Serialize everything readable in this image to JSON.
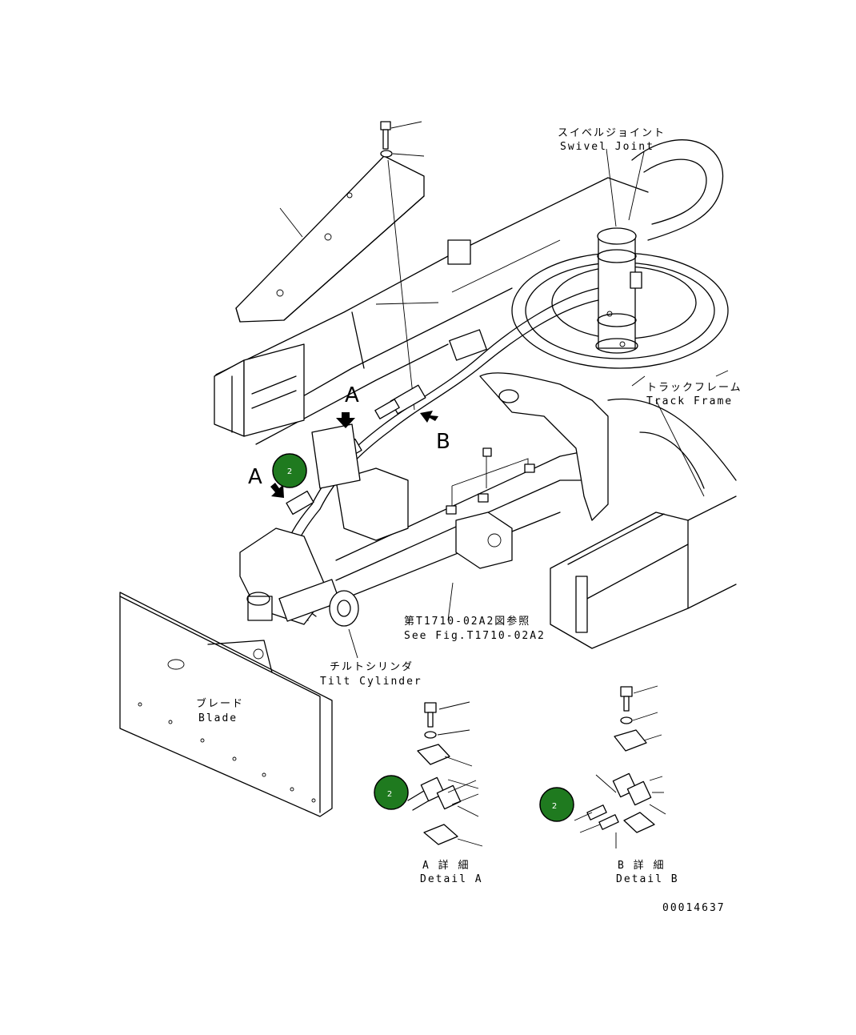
{
  "labels": {
    "swivel_joint_jp": "スイベルジョイント",
    "swivel_joint_en": "Swivel Joint",
    "track_frame_jp": "トラックフレーム",
    "track_frame_en": "Track Frame",
    "see_fig_jp": "第T1710-02A2図参照",
    "see_fig_en": "See Fig.T1710-02A2",
    "tilt_cylinder_jp": "チルトシリンダ",
    "tilt_cylinder_en": "Tilt Cylinder",
    "blade_jp": "ブレード",
    "blade_en": "Blade",
    "detail_a_jp": "A 詳 細",
    "detail_a_en": "Detail A",
    "detail_b_jp": "B 詳 細",
    "detail_b_en": "Detail B",
    "view_a_upper": "A",
    "view_a_left": "A",
    "view_b": "B",
    "drawing_number": "00014637"
  },
  "callouts": [
    {
      "number": "2"
    },
    {
      "number": "2"
    },
    {
      "number": "2"
    }
  ],
  "colors": {
    "callout_fill": "#1f7a1f",
    "callout_text": "#ffffff",
    "line": "#000000"
  }
}
